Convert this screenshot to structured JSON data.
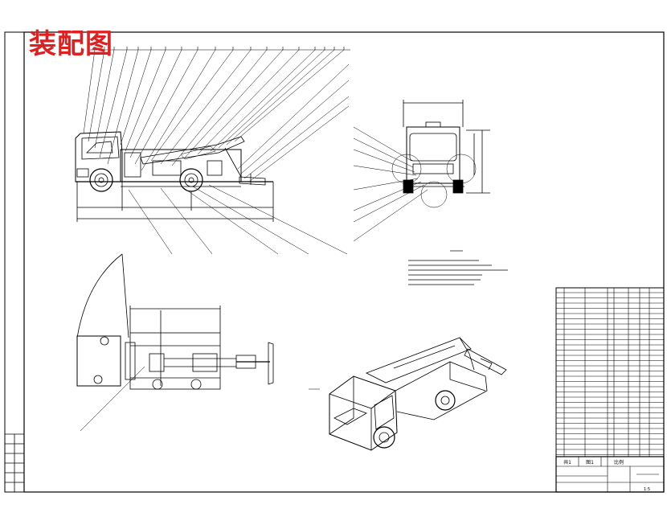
{
  "stamp": {
    "title": "装配图",
    "color": "#e02020"
  },
  "colors": {
    "line": "#000000",
    "paper": "#ffffff"
  },
  "title_block": {
    "row_labels": [
      "共1",
      "图1",
      "比例"
    ],
    "scale": "1:5"
  }
}
